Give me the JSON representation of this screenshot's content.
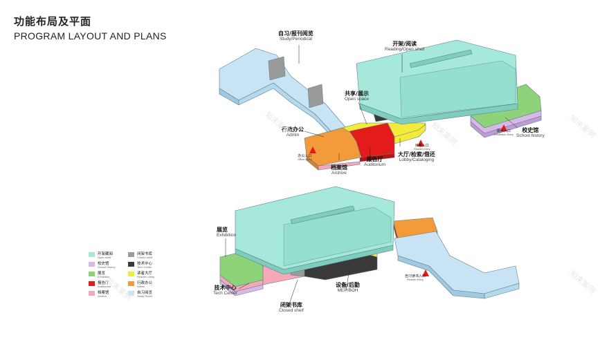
{
  "header": {
    "title_zh": "功能布局及平面",
    "title_en": "PROGRAM LAYOUT AND PLANS"
  },
  "colors": {
    "open_shelf": "#a6e8da",
    "closed_shelf": "#9a9a9a",
    "school_history": "#d8b8e8",
    "tech_center": "#3a3a3a",
    "exhibition": "#8ed37a",
    "reader_lobby": "#f3ea3a",
    "auditorium": "#e31b1b",
    "admin": "#f39a3a",
    "archive": "#f5a8b8",
    "study_room": "#c8e4f4"
  },
  "labels": {
    "study_periodical": {
      "zh": "自习/报刊阅览",
      "en": "Study/Periodical"
    },
    "reading_open_shelf": {
      "zh": "开架/阅读",
      "en": "Reading/Open shelf"
    },
    "open_space": {
      "zh": "共享/展示",
      "en": "Open space"
    },
    "admin": {
      "zh": "行政办公",
      "en": "Admin"
    },
    "auditorium": {
      "zh": "报告厅",
      "en": "Auditorium"
    },
    "archive": {
      "zh": "档案馆",
      "en": "Archive"
    },
    "lobby": {
      "zh": "大厅/检索/借还",
      "en": "Lobby/Cataloging"
    },
    "school_history": {
      "zh": "校史馆",
      "en": "School history"
    },
    "exhibition": {
      "zh": "展览",
      "en": "Exhibition"
    },
    "tech_center": {
      "zh": "技术中心",
      "en": "Tech Center"
    },
    "closed_shelf": {
      "zh": "闭架书库",
      "en": "Closed shelf"
    },
    "mep_boh": {
      "zh": "设备/后勤",
      "en": "MEP/BOH"
    }
  },
  "entries": {
    "office": {
      "zh": "办公入口",
      "en": "Office Entry"
    },
    "reader": {
      "zh": "读者入口",
      "en": "Reader Entry"
    },
    "exhibition": {
      "zh": "展示入口",
      "en": "Exhibition Entry"
    },
    "self_study": {
      "zh": "自习读书入口",
      "en": "Reader Entry"
    }
  },
  "legend": [
    {
      "zh": "开架藏阅",
      "en": "Open shelf",
      "color": "#a6e8da"
    },
    {
      "zh": "闭架书库",
      "en": "Closed shelf",
      "color": "#9a9a9a"
    },
    {
      "zh": "校史馆",
      "en": "School History",
      "color": "#d8b8e8"
    },
    {
      "zh": "技术中心",
      "en": "Tech Center",
      "color": "#3a3a3a"
    },
    {
      "zh": "展览",
      "en": "Exhibition",
      "color": "#8ed37a"
    },
    {
      "zh": "读者大厅",
      "en": "Reader Lobby",
      "color": "#f3ea3a"
    },
    {
      "zh": "报告厅",
      "en": "Auditorium",
      "color": "#e31b1b"
    },
    {
      "zh": "行政办公",
      "en": "Admin",
      "color": "#f39a3a"
    },
    {
      "zh": "档案馆",
      "en": "Archive",
      "color": "#f5a8b8"
    },
    {
      "zh": "自习阅览",
      "en": "Study Room",
      "color": "#c8e4f4"
    }
  ],
  "watermark": "知末案例"
}
